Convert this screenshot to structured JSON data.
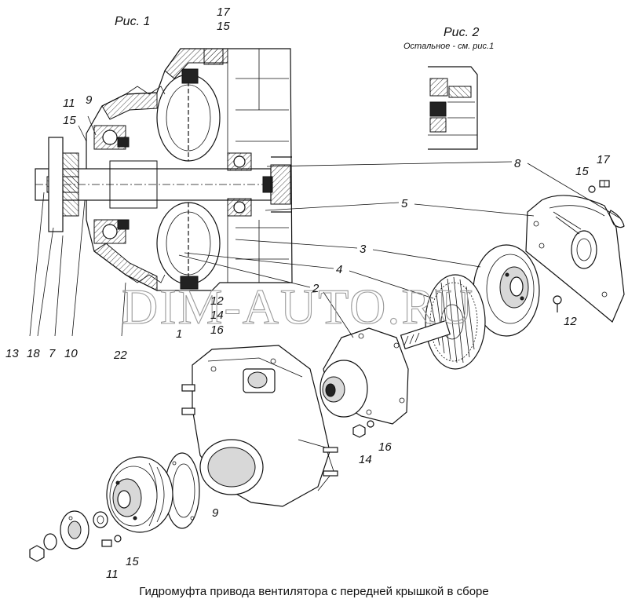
{
  "figure1": {
    "title": "Рис. 1"
  },
  "figure2": {
    "title": "Рис. 2",
    "note": "Остальное - см. рис.1"
  },
  "watermark": "DIM-AUTO.RU",
  "caption": "Гидромуфта привода вентилятора с передней крышкой в сборе",
  "callouts": {
    "c17_top": "17",
    "c15_top": "15",
    "c11_left": "11",
    "c9_left": "9",
    "c15_left": "15",
    "c8": "8",
    "c5": "5",
    "c3": "3",
    "c4": "4",
    "c2": "2",
    "c15_right": "15",
    "c17_right": "17",
    "c12_center": "12",
    "c14_center": "14",
    "c16_center": "16",
    "c12_right": "12",
    "c1": "1",
    "c22": "22",
    "c13": "13",
    "c18": "18",
    "c7": "7",
    "c10": "10",
    "c9_bottom": "9",
    "c14_bottom": "14",
    "c16_bottom": "16",
    "c11_bottom": "11",
    "c15_bottom": "15"
  }
}
